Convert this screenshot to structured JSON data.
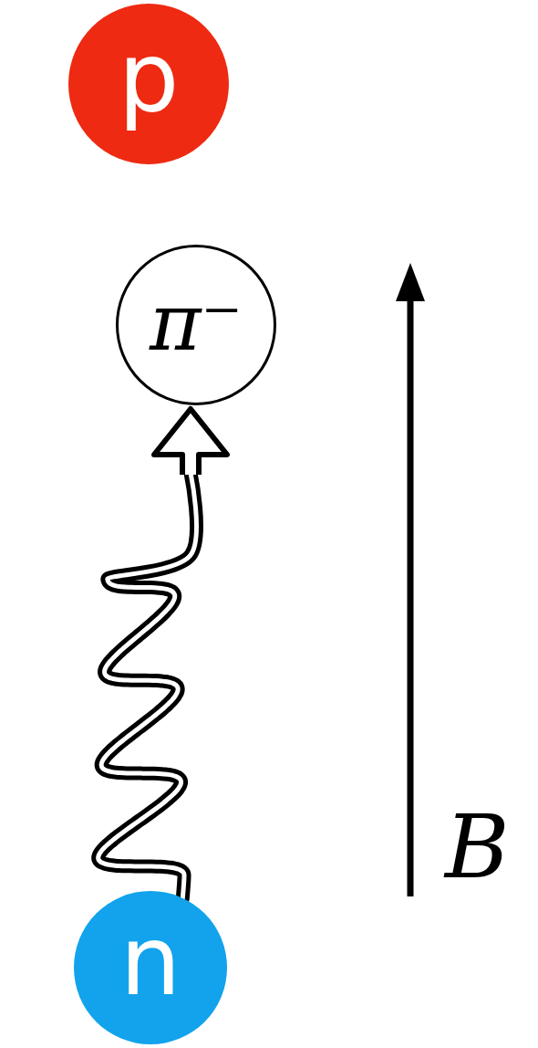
{
  "diagram": {
    "nodes": [
      {
        "text": [
          "p"
        ]
      },
      {
        "text": [
          "π⁻"
        ]
      },
      {
        "text": [
          "n"
        ]
      }
    ],
    "edges": [
      {
        "from": 2,
        "to": 1,
        "arrow": "to"
      }
    ],
    "labels": [
      "B"
    ]
  }
}
